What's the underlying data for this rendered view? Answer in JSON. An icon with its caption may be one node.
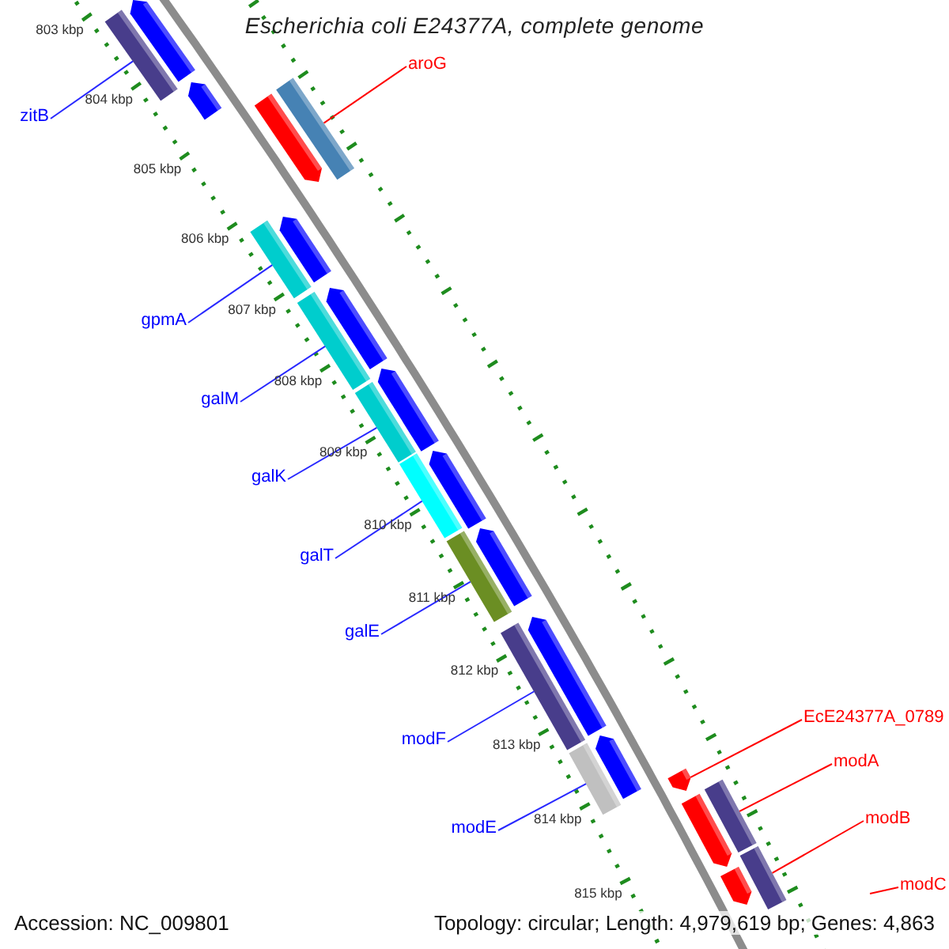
{
  "diagram": {
    "title": "Escherichia coli E24377A, complete genome",
    "nodes": [
      {
        "text": [
          "zitB"
        ]
      },
      {
        "text": [],
        "shape": "bar"
      },
      {
        "text": [
          "aroG"
        ]
      },
      {
        "text": [],
        "shape": "bar"
      },
      {
        "text": [
          "gpmA"
        ]
      },
      {
        "text": [],
        "shape": "bar"
      },
      {
        "text": [
          "galM"
        ]
      },
      {
        "text": [],
        "shape": "bar"
      },
      {
        "text": [
          "galK"
        ]
      },
      {
        "text": [],
        "shape": "bar"
      },
      {
        "text": [
          "galT"
        ]
      },
      {
        "text": [],
        "shape": "bar"
      },
      {
        "text": [
          "galE"
        ]
      },
      {
        "text": [],
        "shape": "bar"
      },
      {
        "text": [
          "modF"
        ]
      },
      {
        "text": [],
        "shape": "bar"
      },
      {
        "text": [
          "modE"
        ]
      },
      {
        "text": [],
        "shape": "bar"
      },
      {
        "text": [
          "EcE24377A_0789"
        ]
      },
      {
        "text": [],
        "shape": "bar"
      },
      {
        "text": [
          "modA"
        ]
      },
      {
        "text": [],
        "shape": "bar"
      },
      {
        "text": [
          "modB"
        ]
      },
      {
        "text": [],
        "shape": "bar"
      },
      {
        "text": [
          "modC"
        ]
      }
    ],
    "edges": [
      {
        "from": 0,
        "to": 1,
        "arrow": "none"
      },
      {
        "from": 2,
        "to": 3,
        "arrow": "none",
        "color": "#ff0000"
      },
      {
        "from": 4,
        "to": 5,
        "arrow": "none"
      },
      {
        "from": 6,
        "to": 7,
        "arrow": "none"
      },
      {
        "from": 8,
        "to": 9,
        "arrow": "none"
      },
      {
        "from": 10,
        "to": 11,
        "arrow": "none"
      },
      {
        "from": 12,
        "to": 13,
        "arrow": "none"
      },
      {
        "from": 14,
        "to": 15,
        "arrow": "none"
      },
      {
        "from": 16,
        "to": 17,
        "arrow": "none"
      },
      {
        "from": 18,
        "to": 19,
        "arrow": "none",
        "color": "#ff0000"
      },
      {
        "from": 20,
        "to": 21,
        "arrow": "none",
        "color": "#ff0000"
      },
      {
        "from": 22,
        "to": 23,
        "arrow": "none",
        "color": "#ff0000"
      },
      {
        "from": 24,
        "to": null,
        "arrow": "none",
        "color": "#ff0000"
      }
    ],
    "labels": [
      "803 kbp",
      "804 kbp",
      "805 kbp",
      "806 kbp",
      "807 kbp",
      "808 kbp",
      "809 kbp",
      "810 kbp",
      "811 kbp",
      "812 kbp",
      "813 kbp",
      "814 kbp",
      "815 kbp",
      "Accession: NC_009801",
      "Topology: circular; Length: 4,979,619 bp; Genes: 4,863"
    ]
  }
}
